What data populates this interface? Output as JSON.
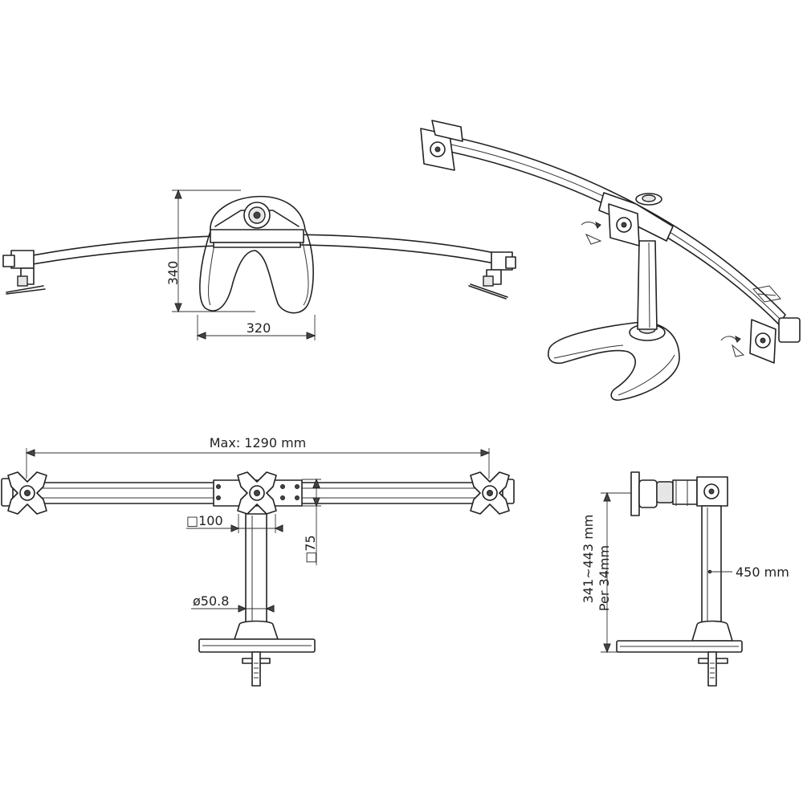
{
  "views": {
    "top": {
      "depth_label": "340",
      "width_label": "320"
    },
    "front": {
      "span_label": "Max:  1290  mm",
      "vesa_h_label": "□100",
      "vesa_v_label": "□75",
      "pole_label": "ø50.8"
    },
    "side": {
      "height_label_1": "341~443  mm",
      "height_label_2": "Per  34mm",
      "pole_label": "450  mm"
    }
  }
}
